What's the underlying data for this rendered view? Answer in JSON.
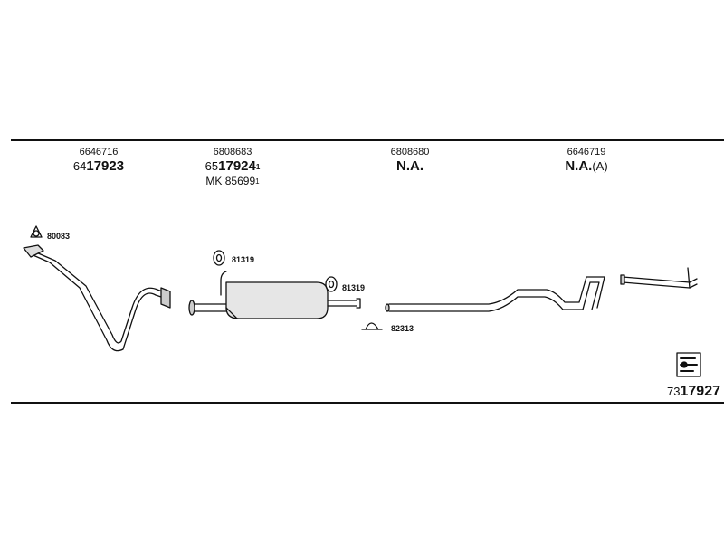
{
  "columns": [
    {
      "ref": "6646716",
      "prefix": "64",
      "number": "17923",
      "note": "",
      "sup": "",
      "kit": "",
      "kit_sup": ""
    },
    {
      "ref": "6808683",
      "prefix": "65",
      "number": "17924",
      "note": "",
      "sup": "1",
      "kit": "MK 85699",
      "kit_sup": "1"
    },
    {
      "ref": "6808680",
      "prefix": "",
      "number": "N.A.",
      "note": "",
      "sup": "",
      "kit": "",
      "kit_sup": ""
    },
    {
      "ref": "6646719",
      "prefix": "",
      "number": "N.A.",
      "note": "(A)",
      "sup": "",
      "kit": "",
      "kit_sup": ""
    }
  ],
  "parts": {
    "gasket_front": "80083",
    "hanger_1": "81319",
    "hanger_2": "81319",
    "clamp": "82313"
  },
  "kit_total": {
    "prefix": "73",
    "number": "17927"
  },
  "colors": {
    "line": "#111111",
    "part_fill": "#cccccc"
  }
}
